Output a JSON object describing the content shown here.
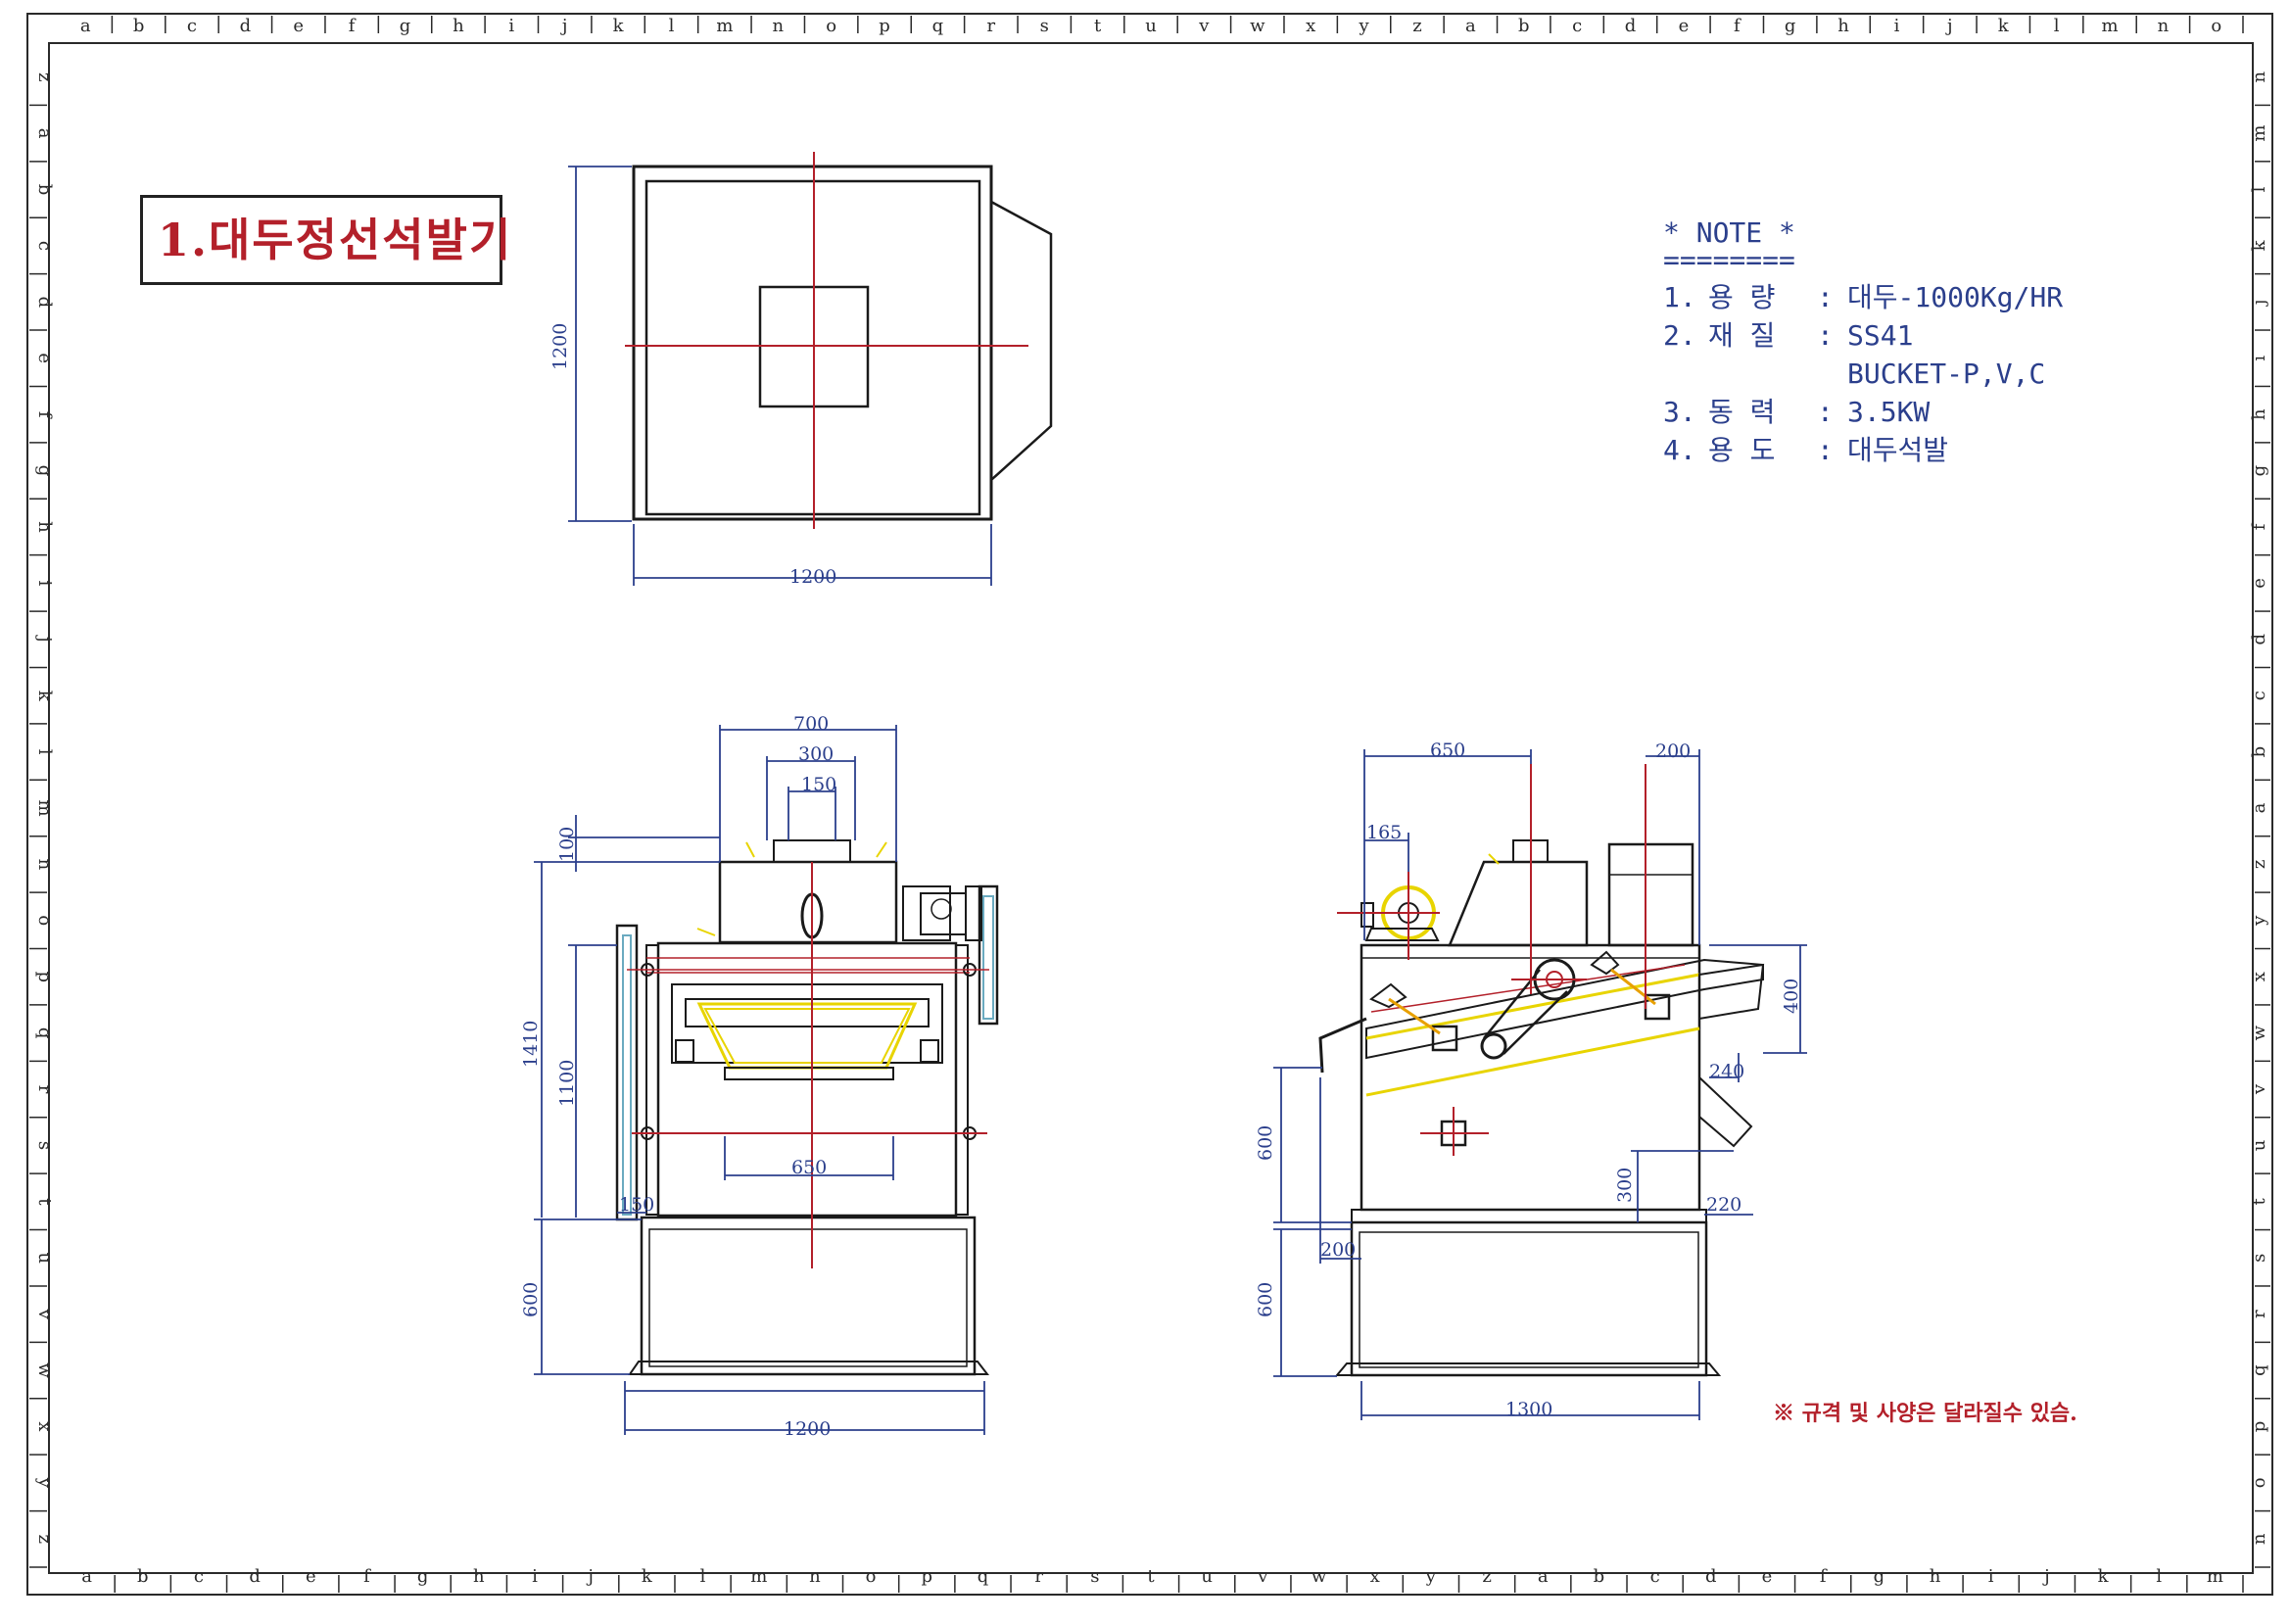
{
  "title": "1.대두정선석발기",
  "note": {
    "header": "* NOTE *",
    "underline": "========",
    "items": [
      {
        "num": "1.",
        "key": "용  량",
        "value": "대두-1000Kg/HR"
      },
      {
        "num": "2.",
        "key": "재  질",
        "value": "SS41"
      },
      {
        "num": "",
        "key": "",
        "value": "BUCKET-P,V,C"
      },
      {
        "num": "3.",
        "key": "동  력",
        "value": "3.5KW"
      },
      {
        "num": "4.",
        "key": "용  도",
        "value": "대두석발"
      }
    ]
  },
  "spec_note": "※ 규격 및 사양은 달라질수 있슴.",
  "dimensions": {
    "top_height": "1200",
    "top_width": "1200",
    "front_700": "700",
    "front_300": "300",
    "front_150": "150",
    "front_100": "100",
    "front_1410": "1410",
    "front_1100": "1100",
    "front_650": "650",
    "front_150b": "150",
    "front_600": "600",
    "front_1200": "1200",
    "side_650": "650",
    "side_200a": "200",
    "side_165": "165",
    "side_400": "400",
    "side_240": "240",
    "side_600a": "600",
    "side_300": "300",
    "side_220": "220",
    "side_200b": "200",
    "side_600b": "600",
    "side_1300": "1300"
  },
  "ruler": {
    "top": [
      "a",
      "b",
      "c",
      "d",
      "e",
      "f",
      "g",
      "h",
      "i",
      "j",
      "k",
      "l",
      "m",
      "n",
      "o",
      "p",
      "q",
      "r",
      "s",
      "t",
      "u",
      "v",
      "w",
      "x",
      "y",
      "z",
      "a",
      "b",
      "c",
      "d",
      "e",
      "f",
      "g",
      "h",
      "i",
      "j",
      "k",
      "l",
      "m",
      "n",
      "o"
    ],
    "bottom": [
      "a",
      "b",
      "c",
      "d",
      "e",
      "f",
      "g",
      "h",
      "i",
      "j",
      "k",
      "l",
      "m",
      "n",
      "o",
      "p",
      "q",
      "r",
      "s",
      "t",
      "u",
      "v",
      "w",
      "x",
      "y",
      "z",
      "a",
      "b",
      "c",
      "d",
      "e",
      "f",
      "g",
      "h",
      "i",
      "j",
      "k",
      "l",
      "m"
    ],
    "left": [
      "z",
      "a",
      "b",
      "c",
      "d",
      "e",
      "f",
      "g",
      "h",
      "i",
      "j",
      "k",
      "l",
      "m",
      "n",
      "o",
      "p",
      "q",
      "r",
      "s",
      "t",
      "u",
      "v",
      "w",
      "x",
      "y",
      "z"
    ],
    "right": [
      "n",
      "m",
      "l",
      "k",
      "j",
      "i",
      "h",
      "g",
      "f",
      "e",
      "d",
      "c",
      "b",
      "a",
      "z",
      "y",
      "x",
      "w",
      "v",
      "u",
      "t",
      "s",
      "r",
      "q",
      "p",
      "o",
      "n"
    ]
  },
  "colors": {
    "frame": "#2a2a2a",
    "dimension": "#2b3f8c",
    "centerline": "#b3202a",
    "hopper": "#e8d400",
    "accent_red": "#b3202a",
    "machine": "#1a1a1a"
  }
}
